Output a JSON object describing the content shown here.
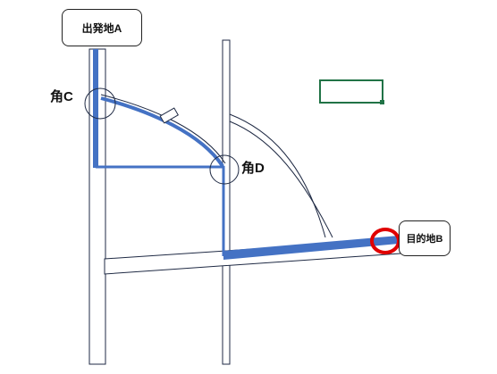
{
  "labels": {
    "origin": "出発地A",
    "destination": "目的地B",
    "corner_c": "角C",
    "corner_d": "角D"
  },
  "colors": {
    "route": "#4472C4",
    "road_outline": "#1F2A44",
    "highlight_circle": "#E00000",
    "selection": "#217346"
  }
}
